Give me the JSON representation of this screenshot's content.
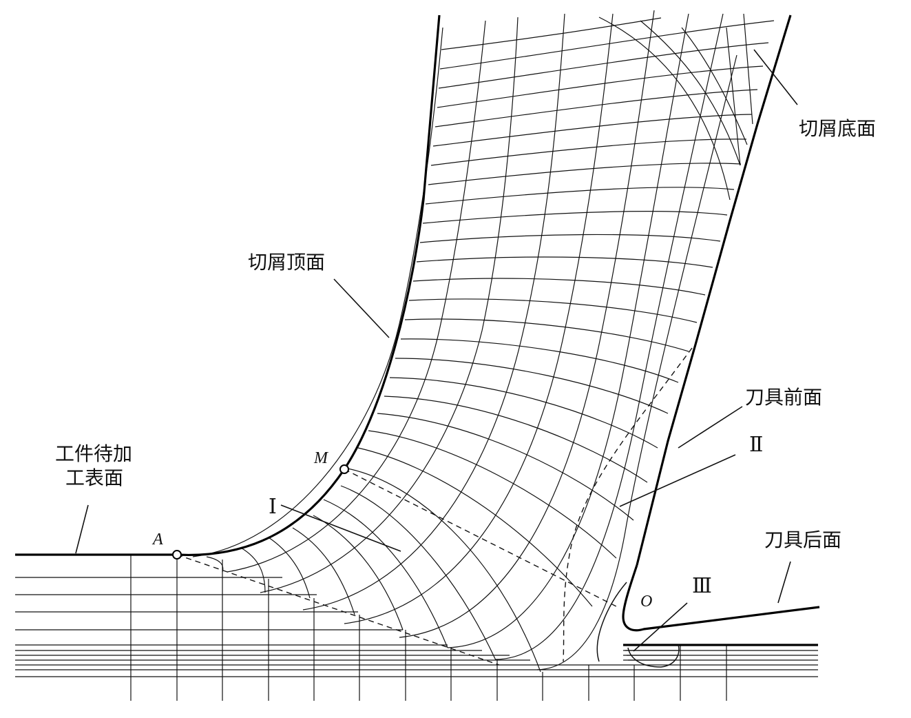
{
  "labels": {
    "chip_bottom": "切屑底面",
    "chip_top": "切屑顶面",
    "tool_rake_face": "刀具前面",
    "tool_flank_face": "刀具后面",
    "workpiece_surface_line1": "工件待加",
    "workpiece_surface_line2": "工表面",
    "zone_1": "Ⅰ",
    "zone_2": "Ⅱ",
    "zone_3": "Ⅲ",
    "point_A": "A",
    "point_M": "M",
    "point_O": "O"
  }
}
